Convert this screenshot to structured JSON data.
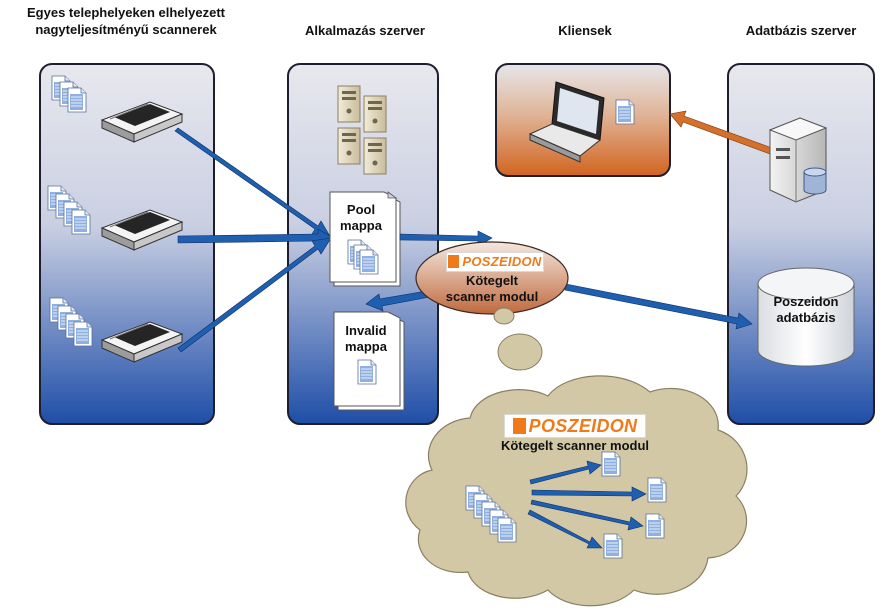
{
  "columns": {
    "scanners": {
      "title_line1": "Egyes telephelyeken elhelyezett",
      "title_line2": "nagyteljesítményű scannerek"
    },
    "app_server": {
      "title": "Alkalmazás szerver"
    },
    "clients": {
      "title": "Kliensek"
    },
    "db_server": {
      "title": "Adatbázis szerver"
    }
  },
  "folders": {
    "pool": {
      "line1": "Pool",
      "line2": "mappa"
    },
    "invalid": {
      "line1": "Invalid",
      "line2": "mappa"
    }
  },
  "module": {
    "logo": "POSZEIDON",
    "line1": "Kötegelt",
    "line2": "scanner modul"
  },
  "database": {
    "line1": "Poszeidon",
    "line2": "adatbázis"
  },
  "cloud": {
    "logo": "POSZEIDON",
    "title": "Kötegelt scanner modul"
  },
  "colors": {
    "arrow_blue": "#1f5fb0",
    "arrow_orange": "#d4702a",
    "panel_top": "#e9e9ee",
    "panel_bottom": "#1f4ea8",
    "client_bottom": "#d56a2a",
    "cloud_fill": "#d3c8a6",
    "logo_orange": "#f07a1a"
  }
}
